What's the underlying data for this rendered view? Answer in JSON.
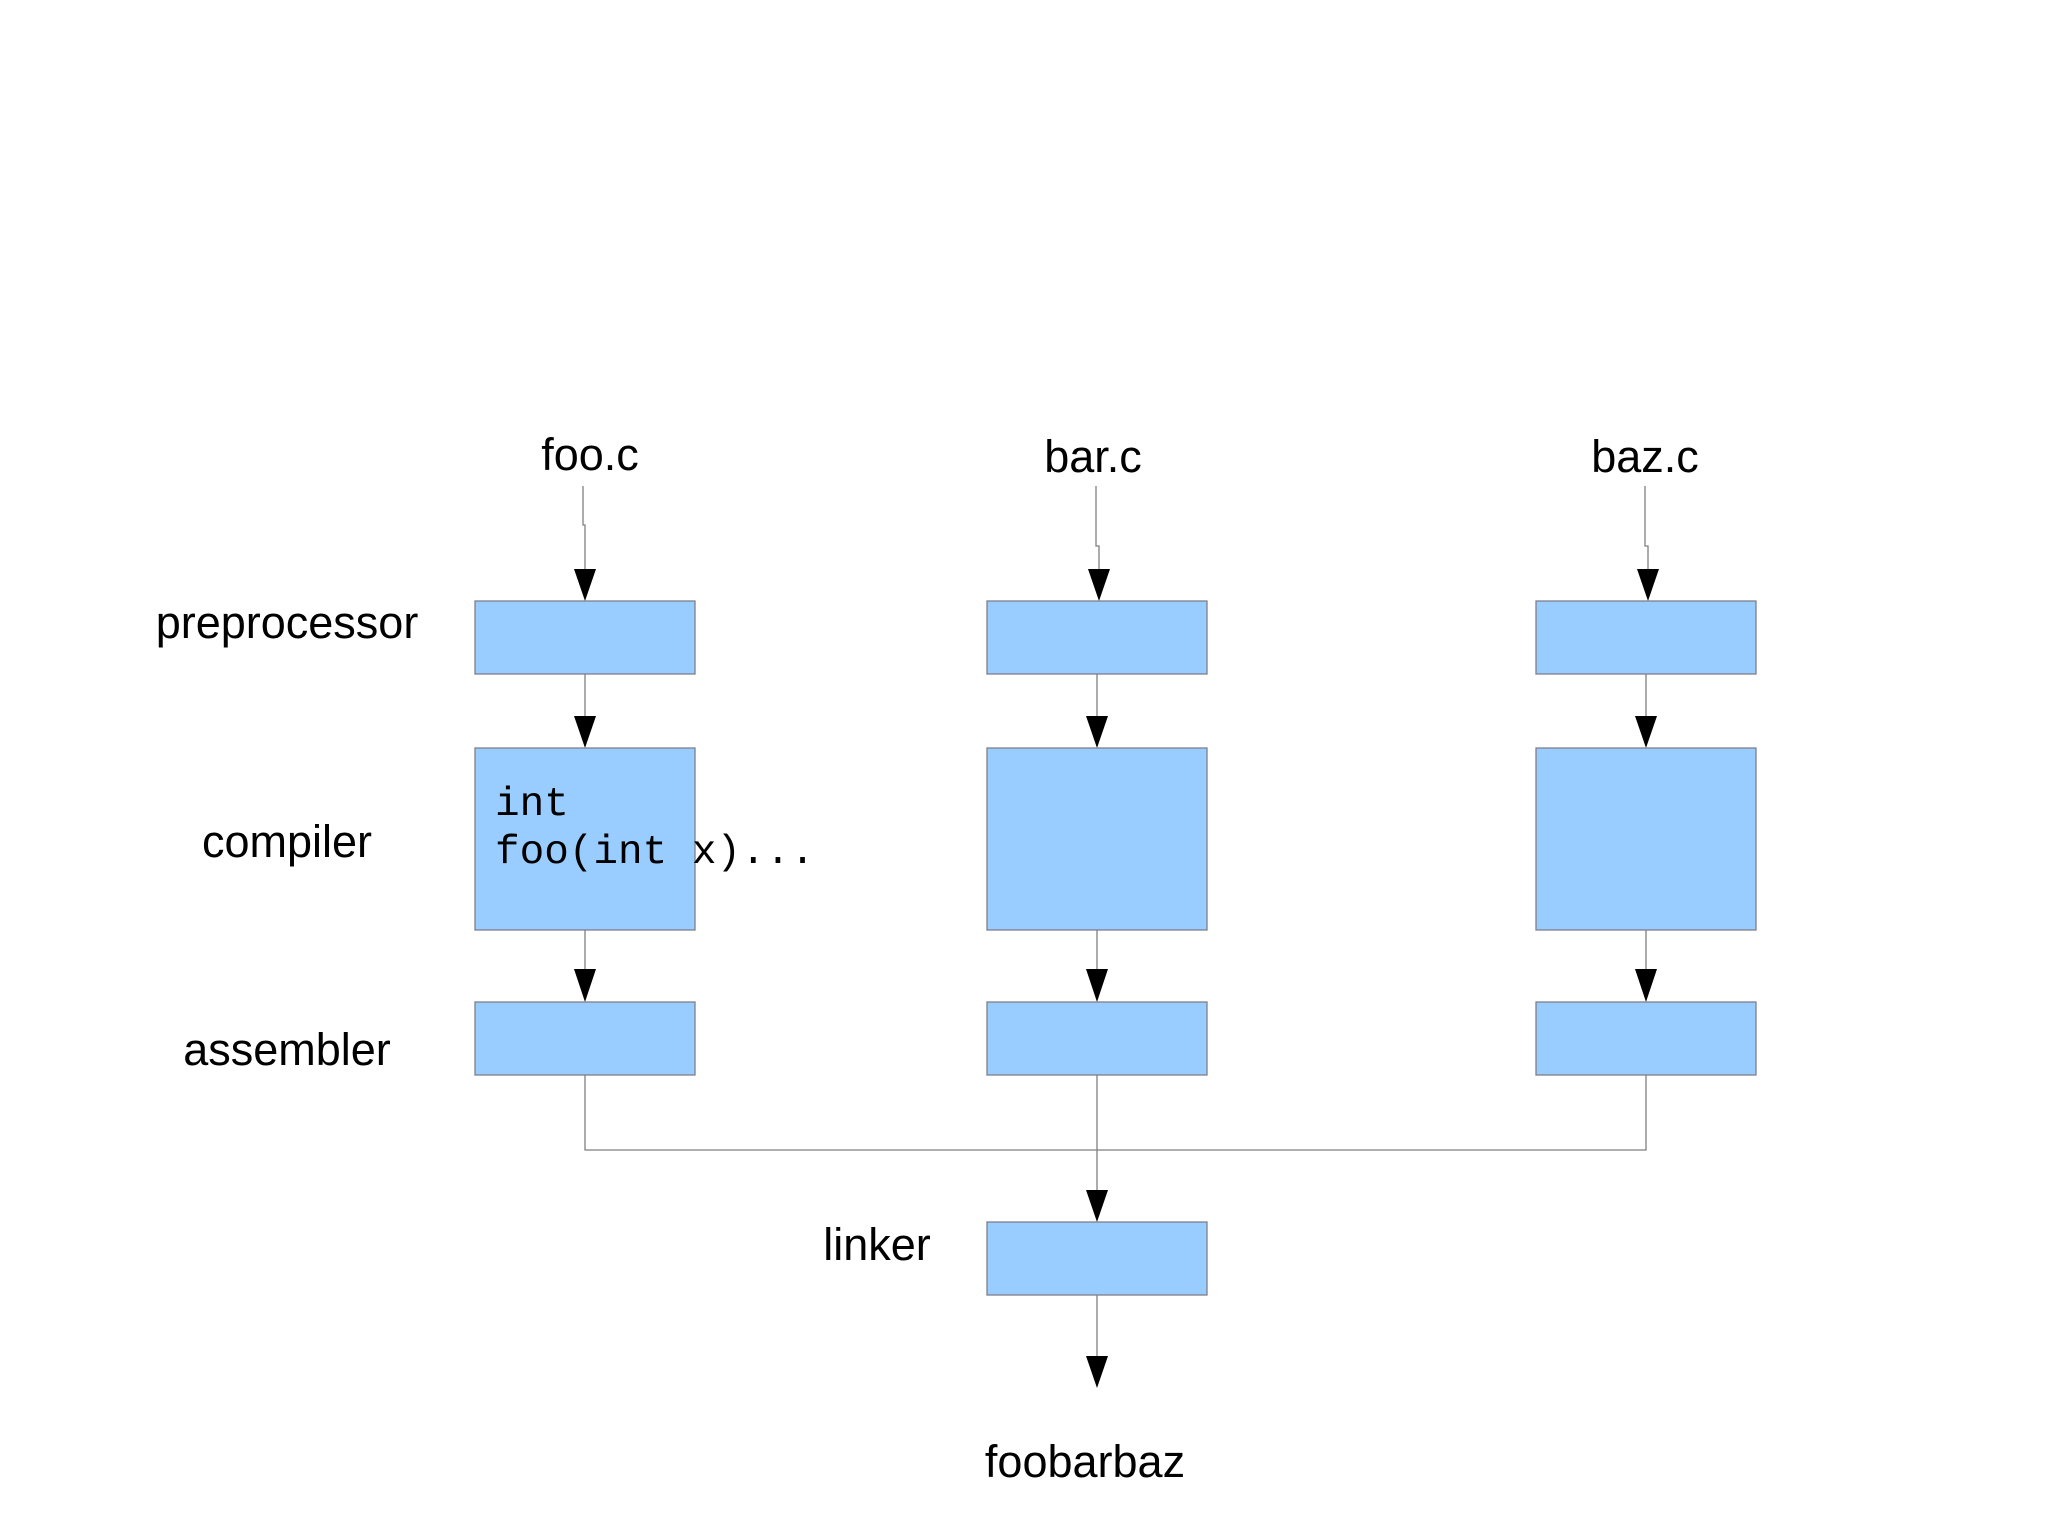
{
  "inputs": {
    "foo": "foo.c",
    "bar": "bar.c",
    "baz": "baz.c"
  },
  "stages": {
    "preprocessor": "preprocessor",
    "compiler": "compiler",
    "assembler": "assembler",
    "linker": "linker"
  },
  "compiler_code": {
    "line1": "int",
    "line2": "foo(int x)..."
  },
  "output": "foobarbaz",
  "colors": {
    "box_fill": "#99ccff",
    "box_stroke": "#7f7f8a",
    "connector": "#7f7f7f",
    "arrow": "#000000"
  }
}
